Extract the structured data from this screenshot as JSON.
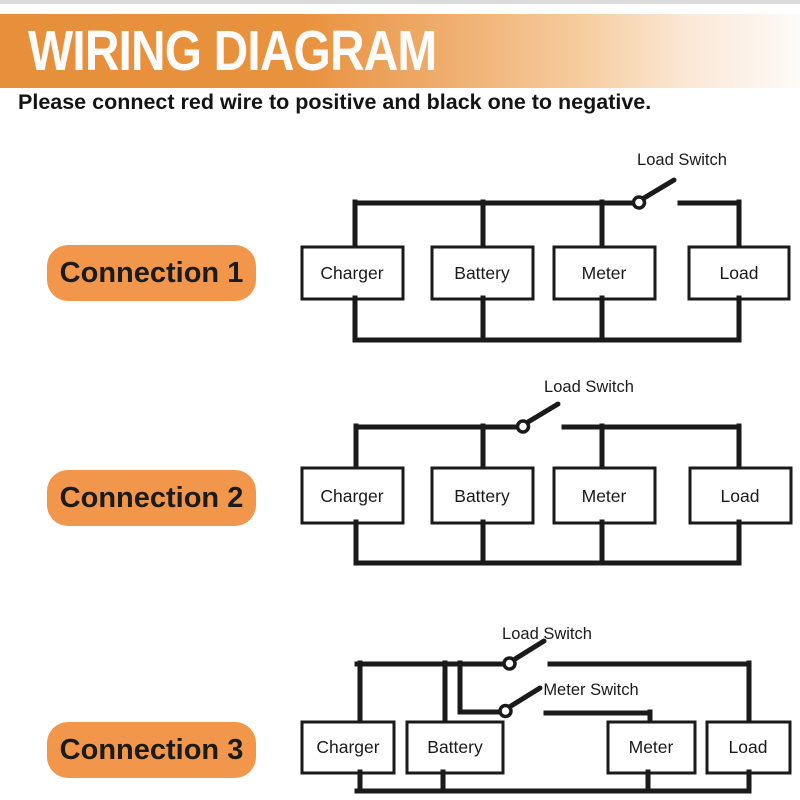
{
  "header": {
    "title": "WIRING DIAGRAM",
    "subtitle": "Please connect red wire to positive and black one to negative."
  },
  "colors": {
    "accent_orange": "#F2964B",
    "header_orange": "#E8913C",
    "wire_black": "#1A1A1A"
  },
  "diagrams": [
    {
      "label": "Connection 1",
      "load_switch_label": "Load Switch",
      "boxes": [
        "Charger",
        "Battery",
        "Meter",
        "Load"
      ]
    },
    {
      "label": "Connection 2",
      "load_switch_label": "Load Switch",
      "boxes": [
        "Charger",
        "Battery",
        "Meter",
        "Load"
      ]
    },
    {
      "label": "Connection 3",
      "load_switch_label": "Load Switch",
      "meter_switch_label": "Meter Switch",
      "boxes": [
        "Charger",
        "Battery",
        "Meter",
        "Load"
      ]
    }
  ]
}
